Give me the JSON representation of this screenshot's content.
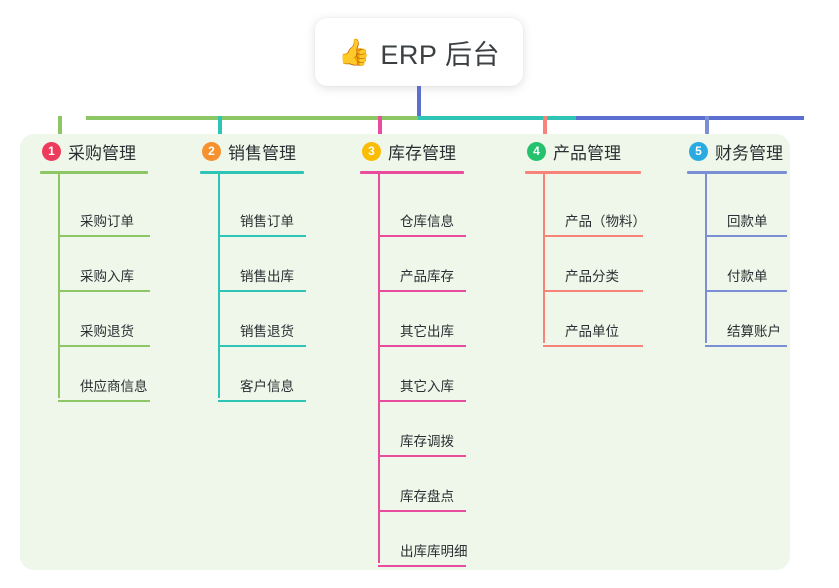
{
  "root": {
    "icon": "thumbs-up-icon",
    "emoji": "👍",
    "title": "ERP 后台"
  },
  "palette": {
    "page_background": "#ffffff",
    "panel_background": "#eef7e9",
    "bus_green": "#8cc665",
    "bus_teal": "#2ec4b6",
    "bus_blue": "#5a6fd0",
    "text": "#2b2f33"
  },
  "columns": [
    {
      "index": "1",
      "title": "采购管理",
      "badge_color": "#ef3b5b",
      "line_color": "#8cc665",
      "items": [
        "采购订单",
        "采购入库",
        "采购退货",
        "供应商信息"
      ]
    },
    {
      "index": "2",
      "title": "销售管理",
      "badge_color": "#f5922f",
      "line_color": "#2ec4b6",
      "items": [
        "销售订单",
        "销售出库",
        "销售退货",
        "客户信息"
      ]
    },
    {
      "index": "3",
      "title": "库存管理",
      "badge_color": "#fbbc04",
      "line_color": "#ea4c9d",
      "items": [
        "仓库信息",
        "产品库存",
        "其它出库",
        "其它入库",
        "库存调拨",
        "库存盘点",
        "出库库明细"
      ]
    },
    {
      "index": "4",
      "title": "产品管理",
      "badge_color": "#25c16d",
      "line_color": "#f88379",
      "items": [
        "产品（物料）",
        "产品分类",
        "产品单位"
      ]
    },
    {
      "index": "5",
      "title": "财务管理",
      "badge_color": "#29abe2",
      "line_color": "#7b8fd4",
      "items": [
        "回款单",
        "付款单",
        "结算账户"
      ]
    }
  ]
}
